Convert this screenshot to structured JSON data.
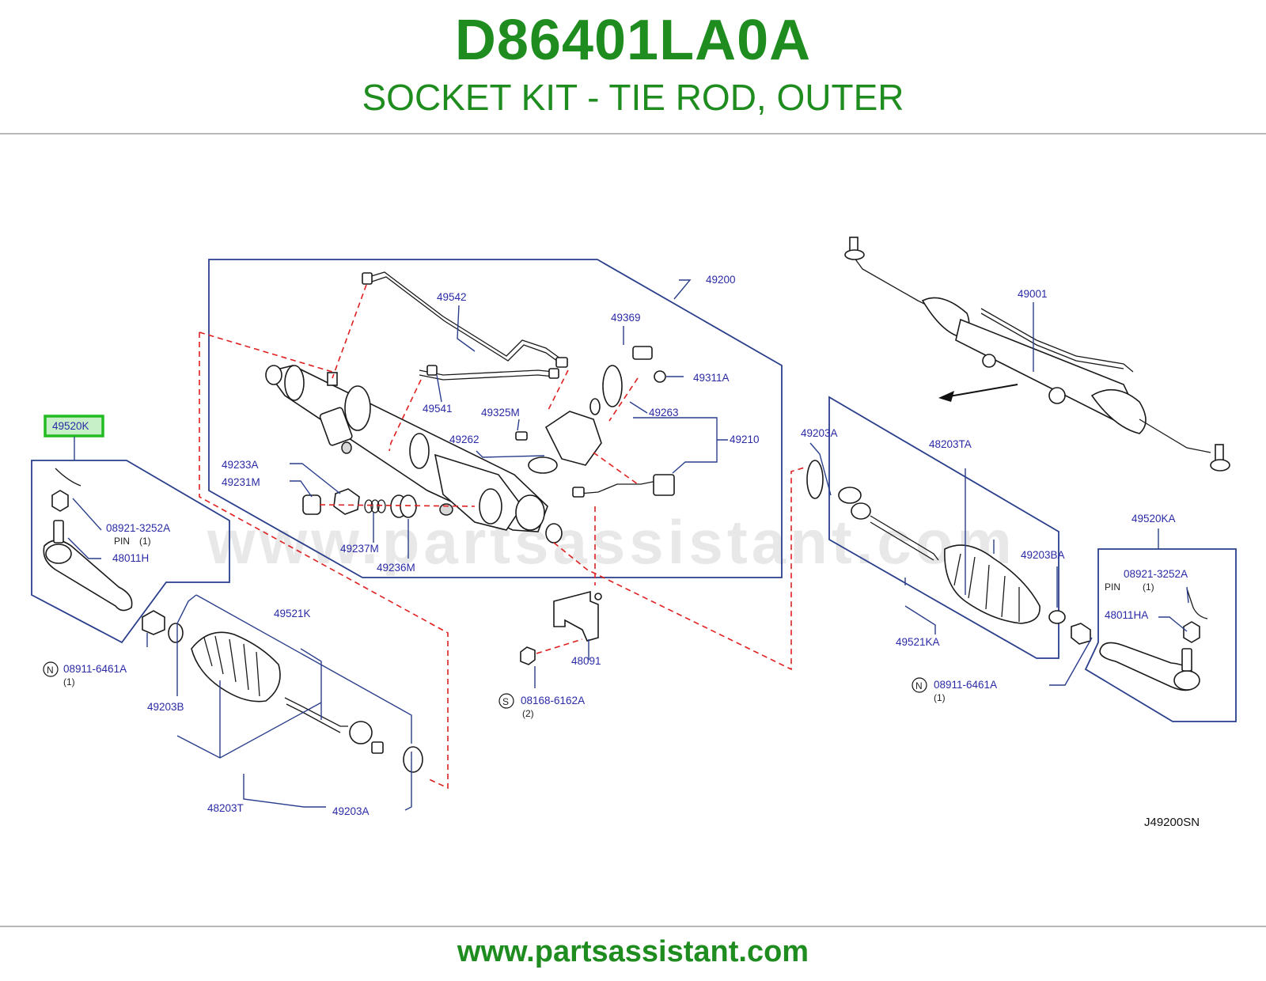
{
  "header": {
    "part_number": "D86401LA0A",
    "description": "SOCKET KIT - TIE ROD, OUTER"
  },
  "footer": {
    "url": "www.partsassistant.com"
  },
  "watermark": "www.partsassistant.com",
  "colors": {
    "brand_green": "#1e8c1e",
    "label_blue": "#2a2aa6",
    "highlight": "#22bb22",
    "leader_line": "#2a3f8c",
    "dashed_line": "#e02020"
  },
  "diagram": {
    "code": "J49200SN",
    "highlighted_label": "49520K",
    "labels": {
      "l49200": "49200",
      "l49542": "49542",
      "l49369": "49369",
      "l49311A": "49311A",
      "l49541": "49541",
      "l49325M": "49325M",
      "l49263": "49263",
      "l49262": "49262",
      "l49210": "49210",
      "l49233A": "49233A",
      "l49231M": "49231M",
      "l49237M": "49237M",
      "l49236M": "49236M",
      "l49001": "49001",
      "l49203A_r": "49203A",
      "l48203TA": "48203TA",
      "l49203BA": "49203BA",
      "l49521KA": "49521KA",
      "l08911_r": "08911-6461A",
      "l08911_r_qty": "(1)",
      "l08911_r_mark": "N",
      "l49520KA": "49520KA",
      "l08921_r": "08921-3252A",
      "l08921_r_name": "PIN",
      "l08921_r_qty": "(1)",
      "l48011HA": "48011HA",
      "l49520K": "49520K",
      "l08921_l": "08921-3252A",
      "l08921_l_name": "PIN",
      "l08921_l_qty": "(1)",
      "l48011H": "48011H",
      "l08911_l": "08911-6461A",
      "l08911_l_qty": "(1)",
      "l08911_l_mark": "N",
      "l49203B": "49203B",
      "l49521K": "49521K",
      "l48203T": "48203T",
      "l49203A_l": "49203A",
      "l48091": "48091",
      "l08168": "08168-6162A",
      "l08168_qty": "(2)",
      "l08168_mark": "S"
    }
  }
}
